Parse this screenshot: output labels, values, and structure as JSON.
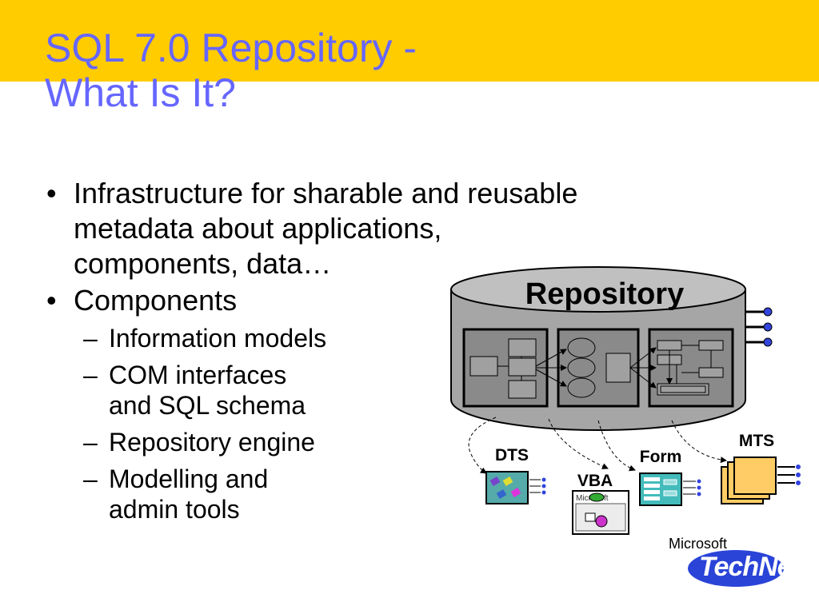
{
  "slide": {
    "title_line1": "SQL 7.0 Repository -",
    "title_line2": "What Is It?"
  },
  "bullets": [
    {
      "lines": [
        "Infrastructure for sharable and reusable",
        "metadata about applications,",
        "components, data…"
      ]
    },
    {
      "lines": [
        "Components"
      ],
      "subitems": [
        {
          "lines": [
            "Information models"
          ]
        },
        {
          "lines": [
            "COM interfaces",
            "and SQL schema"
          ]
        },
        {
          "lines": [
            "Repository engine"
          ]
        },
        {
          "lines": [
            "Modelling and",
            "admin tools"
          ]
        }
      ]
    }
  ],
  "diagram": {
    "repository_label": "Repository",
    "dts_label": "DTS",
    "vba_label": "VBA",
    "form_label": "Form",
    "mts_label": "MTS",
    "vba_window_text": "Microsoft"
  },
  "logo": {
    "company": "Microsoft",
    "product_part1": "Tech",
    "product_part2": "Net"
  },
  "colors": {
    "title_band": "#ffcc00",
    "title_text": "#6666ff",
    "cylinder": "#a6a6a6",
    "connector": "#3344dd",
    "mts_card": "#ffcc66",
    "logo_blue": "#2a44d8"
  }
}
